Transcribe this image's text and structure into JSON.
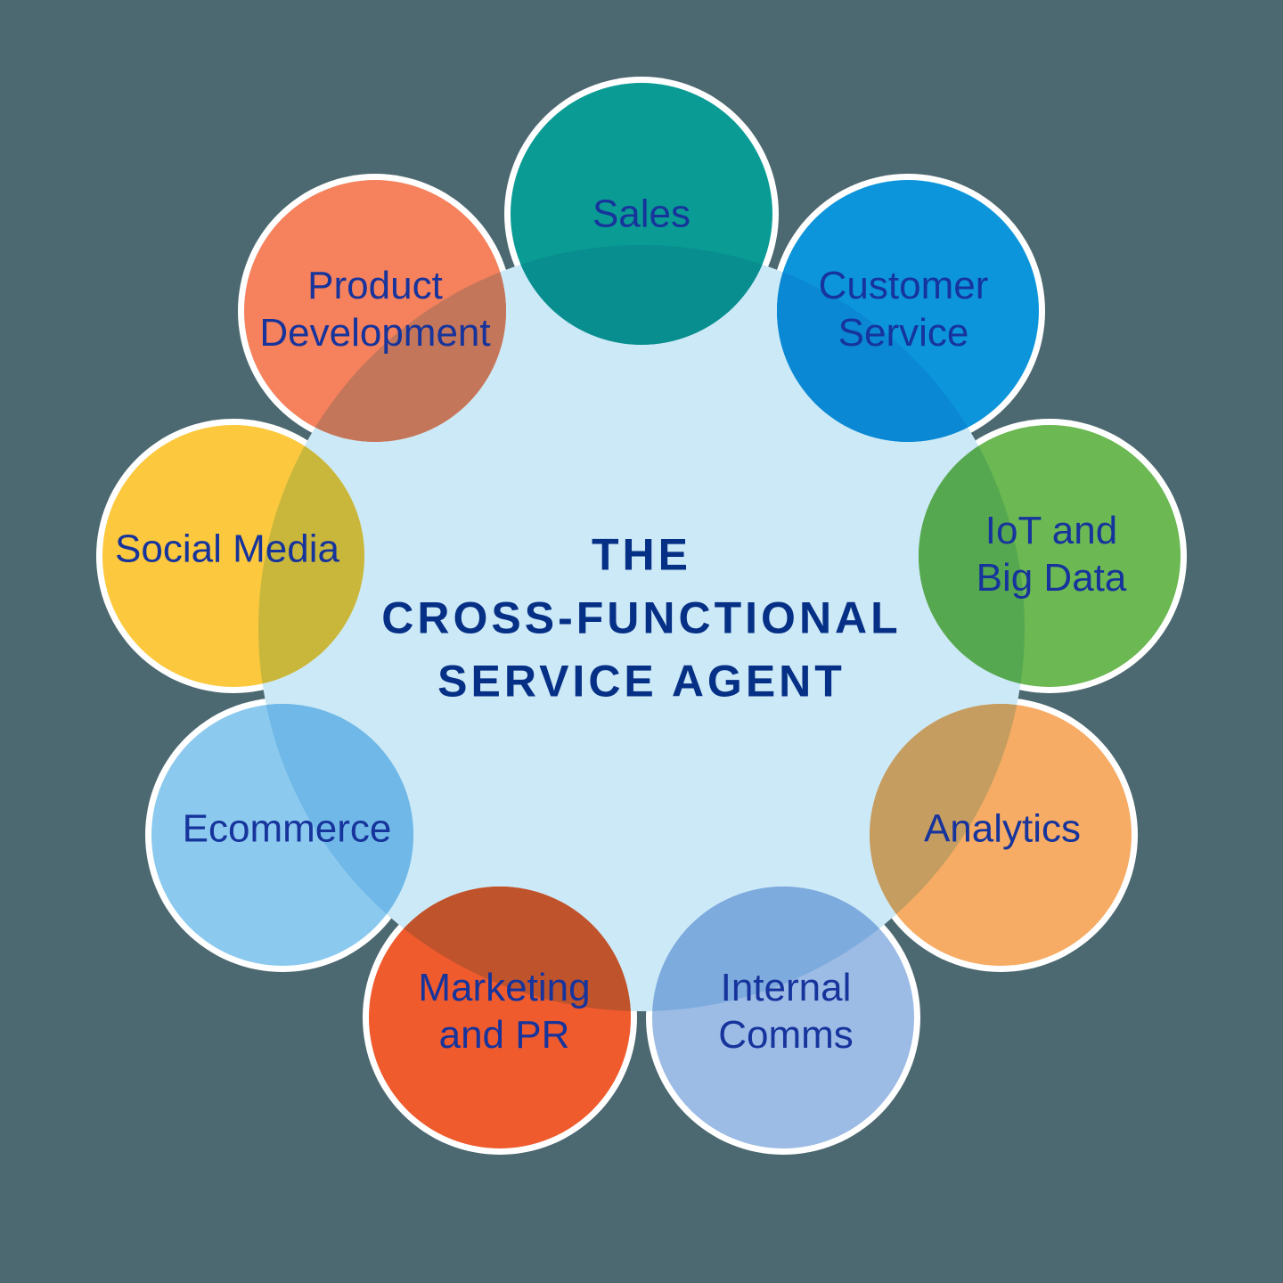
{
  "diagram_title": {
    "lines": [
      "THE",
      "CROSS-FUNCTIONAL",
      "SERVICE AGENT"
    ],
    "full_text": "THE CROSS-FUNCTIONAL SERVICE AGENT"
  },
  "colors": {
    "background": "#4C6870",
    "center-fill": "#CCE9F7",
    "title": "#053086",
    "label": "#16349C",
    "ring": "#FFFFFF"
  },
  "segments": [
    {
      "id": "sales",
      "label": "Sales",
      "lines": [
        "Sales"
      ],
      "color": "#0A9B94",
      "overlap_color": "#088E8F"
    },
    {
      "id": "customer-service",
      "label": "Customer Service",
      "lines": [
        "Customer",
        "Service"
      ],
      "color": "#0C95DB",
      "overlap_color": "#0A88D4"
    },
    {
      "id": "iot-and-big-data",
      "label": "IoT and Big Data",
      "lines": [
        "IoT and",
        "Big Data"
      ],
      "color": "#6CB853",
      "overlap_color": "#56A850"
    },
    {
      "id": "analytics",
      "label": "Analytics",
      "lines": [
        "Analytics"
      ],
      "color": "#F6AC64",
      "overlap_color": "#C59D61"
    },
    {
      "id": "internal-comms",
      "label": "Internal Comms",
      "lines": [
        "Internal",
        "Comms"
      ],
      "color": "#9CBBE5",
      "overlap_color": "#7DABDE"
    },
    {
      "id": "marketing-and-pr",
      "label": "Marketing and PR",
      "lines": [
        "Marketing",
        "and PR"
      ],
      "color": "#EF5B2D",
      "overlap_color": "#BF532C"
    },
    {
      "id": "ecommerce",
      "label": "Ecommerce",
      "lines": [
        "Ecommerce"
      ],
      "color": "#8BC9EF",
      "overlap_color": "#6FB8E7"
    },
    {
      "id": "social-media",
      "label": "Social Media",
      "lines": [
        "Social Media"
      ],
      "color": "#FBC83E",
      "overlap_color": "#C9B73C"
    },
    {
      "id": "product-development",
      "label": "Product Development",
      "lines": [
        "Product",
        "Development"
      ],
      "color": "#F5815D",
      "overlap_color": "#C4765A"
    }
  ]
}
